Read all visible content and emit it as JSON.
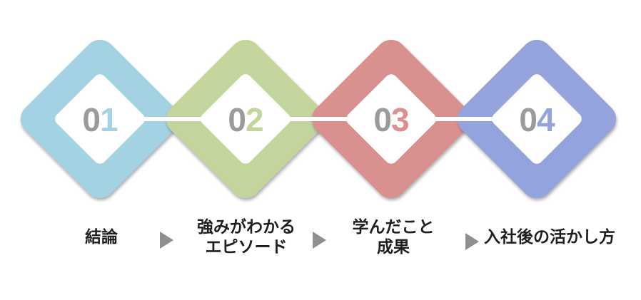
{
  "diagram": {
    "zero_color": "#9b9b9b",
    "arrow_color": "#8f8f8f",
    "label_color": "#1f1f1f",
    "steps": [
      {
        "number": "01",
        "zero": "0",
        "digit": "1",
        "color": "#a3d2e2",
        "label_lines": [
          "結論"
        ]
      },
      {
        "number": "02",
        "zero": "0",
        "digit": "2",
        "color": "#c1d59d",
        "label_lines": [
          "強みがわかる",
          "エピソード"
        ]
      },
      {
        "number": "03",
        "zero": "0",
        "digit": "3",
        "color": "#d9918f",
        "label_lines": [
          "学んだこと",
          "成果"
        ]
      },
      {
        "number": "04",
        "zero": "0",
        "digit": "4",
        "color": "#94a3dc",
        "label_lines": [
          "入社後の活かし方"
        ]
      }
    ]
  }
}
